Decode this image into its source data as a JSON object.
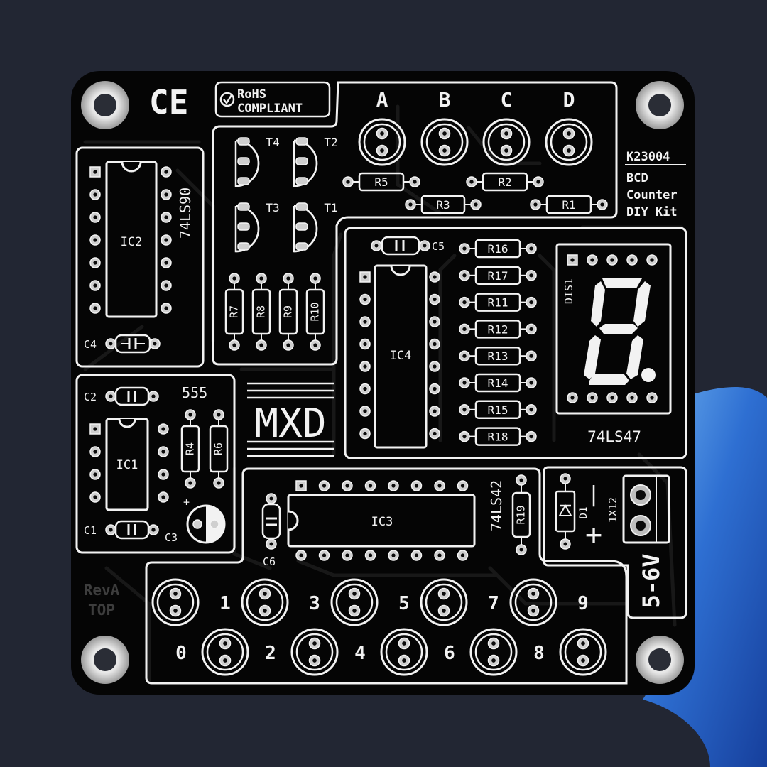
{
  "board": {
    "ce_mark": "CE",
    "rohs_line1": "RoHS",
    "rohs_line2": "COMPLIANT",
    "kit_code": "K23004",
    "kit_line1": "BCD",
    "kit_line2": "Counter",
    "kit_line3": "DIY Kit",
    "logo": "MXD",
    "revision_line1": "RevA",
    "revision_line2": "TOP",
    "power_label": "5-6V",
    "connector_label": "1X12",
    "diode_label": "D1",
    "plus_sign": "+",
    "minus_sign": "|"
  },
  "leds_top": [
    "A",
    "B",
    "C",
    "D"
  ],
  "leds_bottom_odd": [
    "1",
    "3",
    "5",
    "7",
    "9"
  ],
  "leds_bottom_even": [
    "0",
    "2",
    "4",
    "6",
    "8"
  ],
  "transistors": [
    "T4",
    "T2",
    "T3",
    "T1"
  ],
  "resistors_top": [
    "R5",
    "R2",
    "R3",
    "R1"
  ],
  "resistors_vertical": [
    "R7",
    "R8",
    "R9",
    "R10"
  ],
  "resistors_display": [
    "R16",
    "R17",
    "R11",
    "R12",
    "R13",
    "R14",
    "R15",
    "R18"
  ],
  "resistors_555": [
    "R4",
    "R6"
  ],
  "resistor_r19": "R19",
  "ics": {
    "ic1": "IC1",
    "ic2": "IC2",
    "ic3": "IC3",
    "ic4": "IC4",
    "ic1_part": "555",
    "ic2_part": "74LS90",
    "ic3_part": "74LS42",
    "ic4_part": "74LS47"
  },
  "capacitors": {
    "c1": "C1",
    "c2": "C2",
    "c3": "C3",
    "c4": "C4",
    "c5": "C5",
    "c6": "C6"
  },
  "display": {
    "label": "DIS1",
    "digit": "8."
  },
  "colors": {
    "background": "#222633",
    "board": "#050505",
    "silkscreen": "#f2f2f2",
    "pads": "#cfcfcf"
  }
}
